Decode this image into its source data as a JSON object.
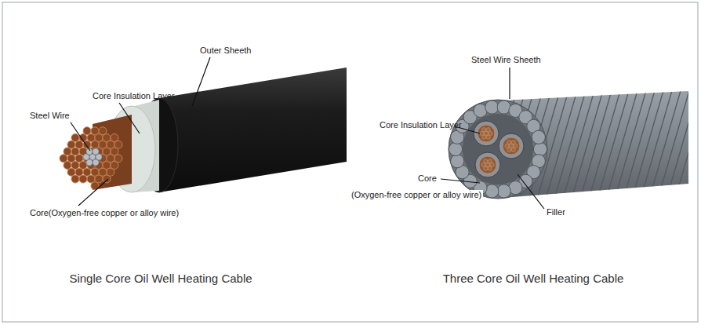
{
  "diagram": {
    "labels": [
      "Outer Sheeth",
      "Core Insulation Layer",
      "Steel Wire",
      "Core(Oxygen-free copper or alloy wire)",
      "Single Core Oil Well Heating Cable",
      "Steel Wire Sheeth",
      "Core Insulation Layer",
      "Core",
      "(Oxygen-free copper or alloy wire)",
      "Filler",
      "Three Core Oil Well Heating Cable"
    ]
  }
}
